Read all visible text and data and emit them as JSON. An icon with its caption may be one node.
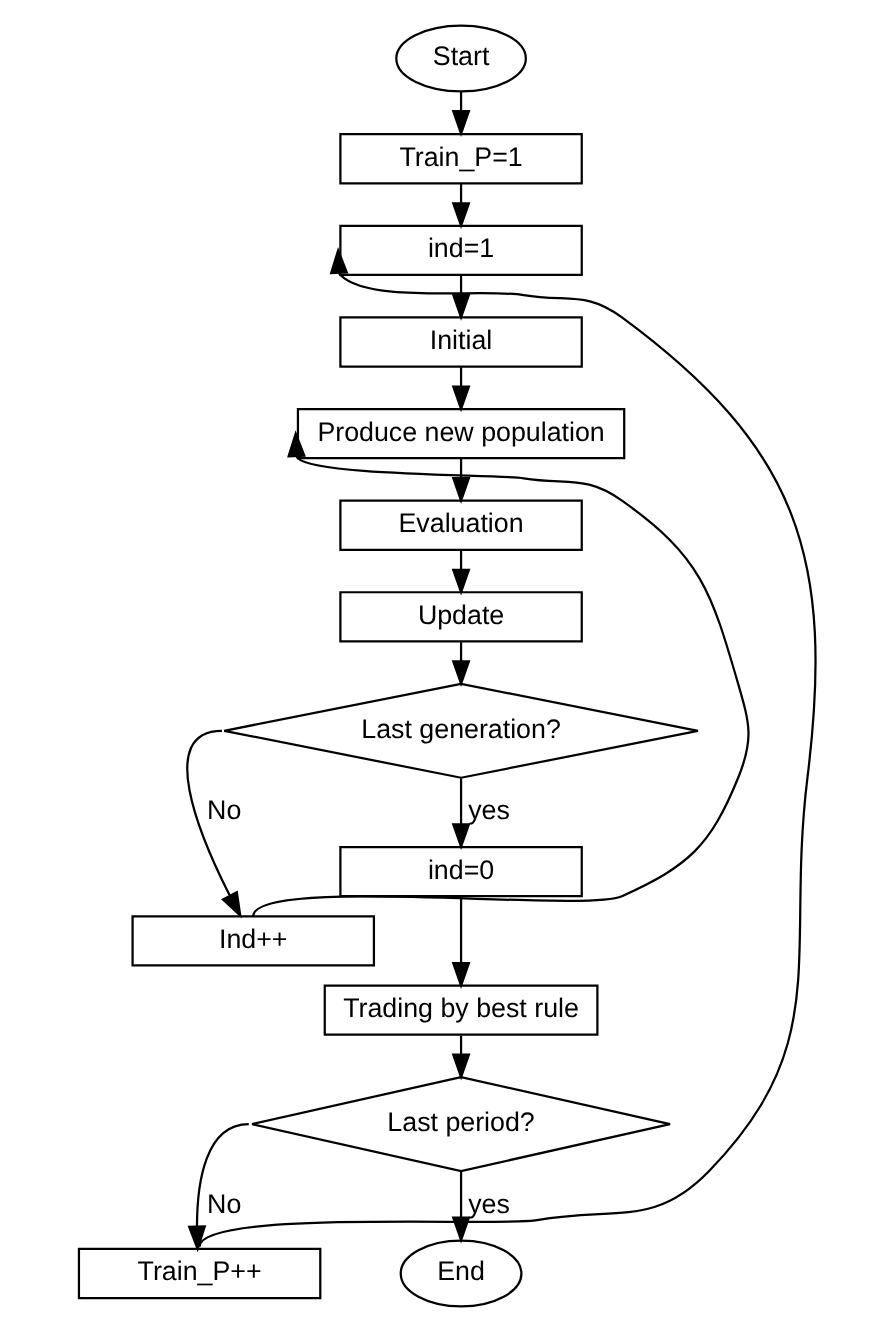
{
  "diagram": {
    "nodes": [
      {
        "text": [
          "Start"
        ]
      },
      {
        "text": [
          "Train_P=1"
        ]
      },
      {
        "text": [
          "ind=1"
        ]
      },
      {
        "text": [
          "Initial"
        ]
      },
      {
        "text": [
          "Produce new population"
        ]
      },
      {
        "text": [
          "Evaluation"
        ]
      },
      {
        "text": [
          "Update"
        ]
      },
      {
        "text": [
          "Last generation?"
        ]
      },
      {
        "text": [
          "Ind++"
        ]
      },
      {
        "text": [
          "ind=0"
        ]
      },
      {
        "text": [
          "Trading by best rule"
        ]
      },
      {
        "text": [
          "Last period?"
        ]
      },
      {
        "text": [
          "Train_P++"
        ]
      },
      {
        "text": [
          "End"
        ]
      }
    ],
    "edges": [
      {
        "from": 0,
        "to": 1,
        "arrow": "to"
      },
      {
        "from": 1,
        "to": 2,
        "arrow": "to"
      },
      {
        "from": 2,
        "to": 3,
        "arrow": "to"
      },
      {
        "from": 3,
        "to": 4,
        "arrow": "to"
      },
      {
        "from": 4,
        "to": 5,
        "arrow": "to"
      },
      {
        "from": 5,
        "to": 6,
        "arrow": "to"
      },
      {
        "from": 6,
        "to": 7,
        "arrow": "to"
      },
      {
        "from": 7,
        "to": 8,
        "arrow": "to",
        "label": "No"
      },
      {
        "from": 8,
        "to": 4,
        "arrow": "to"
      },
      {
        "from": 7,
        "to": 9,
        "arrow": "to",
        "label": "yes"
      },
      {
        "from": 9,
        "to": 10,
        "arrow": "to"
      },
      {
        "from": 10,
        "to": 11,
        "arrow": "to"
      },
      {
        "from": 11,
        "to": 12,
        "arrow": "to",
        "label": "No"
      },
      {
        "from": 12,
        "to": 2,
        "arrow": "to"
      },
      {
        "from": 11,
        "to": 13,
        "arrow": "to",
        "label": "yes"
      }
    ]
  }
}
